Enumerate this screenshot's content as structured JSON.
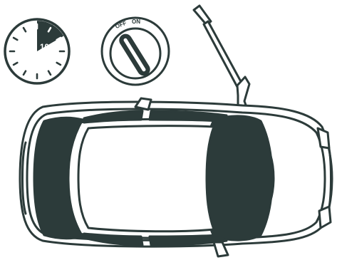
{
  "timer": {
    "label": "10min",
    "elapsed_fraction": 0.1667,
    "icon": "stopwatch-icon"
  },
  "switch": {
    "off_label": "OFF",
    "on_label": "ON",
    "icon": "key-switch-icon"
  },
  "car": {
    "icon": "car-top-view-icon",
    "antenna_icon": "antenna-icon"
  },
  "colors": {
    "ink": "#2c3b3a",
    "paper": "#ffffff"
  }
}
